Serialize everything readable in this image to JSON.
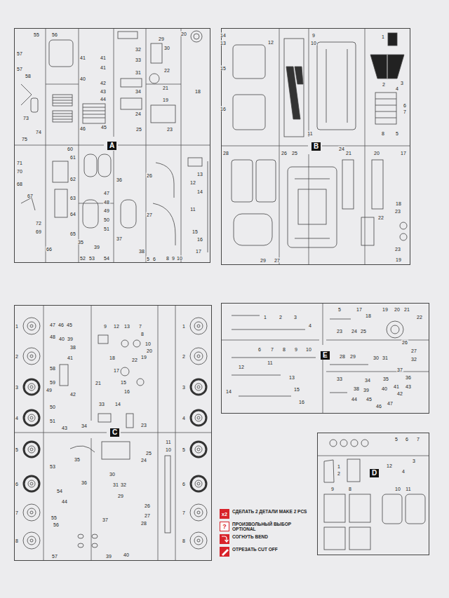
{
  "diagram": {
    "nodes": [
      {
        "text": [
          "A"
        ]
      },
      {
        "text": [
          "B"
        ]
      },
      {
        "text": [
          "C"
        ]
      },
      {
        "text": [
          "E"
        ]
      },
      {
        "text": [
          "D"
        ]
      }
    ],
    "labels": [
      "55",
      "56",
      "57",
      "57",
      "58",
      "41",
      "41",
      "40",
      "41",
      "42",
      "43",
      "44",
      "45",
      "46",
      "32",
      "33",
      "31",
      "34",
      "24",
      "25",
      "29",
      "20",
      "30",
      "22",
      "21",
      "19",
      "18",
      "23",
      "73",
      "74",
      "75",
      "71",
      "70",
      "61",
      "60",
      "62",
      "63",
      "64",
      "65",
      "66",
      "69",
      "72",
      "67",
      "68",
      "52",
      "53",
      "54",
      "36",
      "47",
      "48",
      "49",
      "50",
      "51",
      "37",
      "38",
      "26",
      "27",
      "13",
      "12",
      "14",
      "11",
      "15",
      "16",
      "17",
      "10",
      "9",
      "8",
      "6",
      "5",
      "35",
      "39",
      "14",
      "13",
      "12",
      "15",
      "16",
      "9",
      "10",
      "11",
      "1",
      "2",
      "3",
      "4",
      "5",
      "6",
      "7",
      "8",
      "28",
      "26",
      "25",
      "29",
      "27",
      "24",
      "21",
      "20",
      "17",
      "18",
      "22",
      "23",
      "23",
      "19",
      "1",
      "2",
      "3",
      "4",
      "5",
      "6",
      "7",
      "8",
      "1",
      "2",
      "3",
      "4",
      "5",
      "6",
      "7",
      "8",
      "47",
      "46",
      "45",
      "48",
      "40",
      "39",
      "38",
      "41",
      "58",
      "59",
      "49",
      "42",
      "50",
      "51",
      "43",
      "34",
      "9",
      "12",
      "13",
      "7",
      "8",
      "10",
      "20",
      "19",
      "22",
      "18",
      "17",
      "21",
      "15",
      "16",
      "14",
      "33",
      "23",
      "53",
      "54",
      "44",
      "55",
      "56",
      "57",
      "36",
      "35",
      "24",
      "25",
      "30",
      "31",
      "32",
      "29",
      "26",
      "27",
      "28",
      "37",
      "39",
      "10",
      "11",
      "40",
      "1",
      "2",
      "3",
      "4",
      "5",
      "6",
      "7",
      "8",
      "9",
      "10",
      "11",
      "12",
      "13",
      "14",
      "15",
      "16",
      "17",
      "18",
      "19",
      "20",
      "21",
      "22",
      "23",
      "24",
      "25",
      "26",
      "27",
      "28",
      "29",
      "30",
      "31",
      "32",
      "33",
      "34",
      "35",
      "36",
      "37",
      "38",
      "39",
      "40",
      "41",
      "42",
      "43",
      "44",
      "45",
      "46",
      "47",
      "1",
      "2",
      "3",
      "4",
      "5",
      "6",
      "7",
      "8",
      "9",
      "10",
      "11",
      "12",
      "x2",
      "?"
    ],
    "legend": [
      {
        "text": "СДЕЛАТЬ 2 ДЕТАЛИ MAKE 2 PCS"
      },
      {
        "text": "ПРОИЗВОЛЬНЫЙ ВЫБОР OPTIONAL"
      },
      {
        "text": "СОГНУТЬ BEND"
      },
      {
        "text": "ОТРЕЗАТЬ CUT OFF"
      }
    ]
  }
}
